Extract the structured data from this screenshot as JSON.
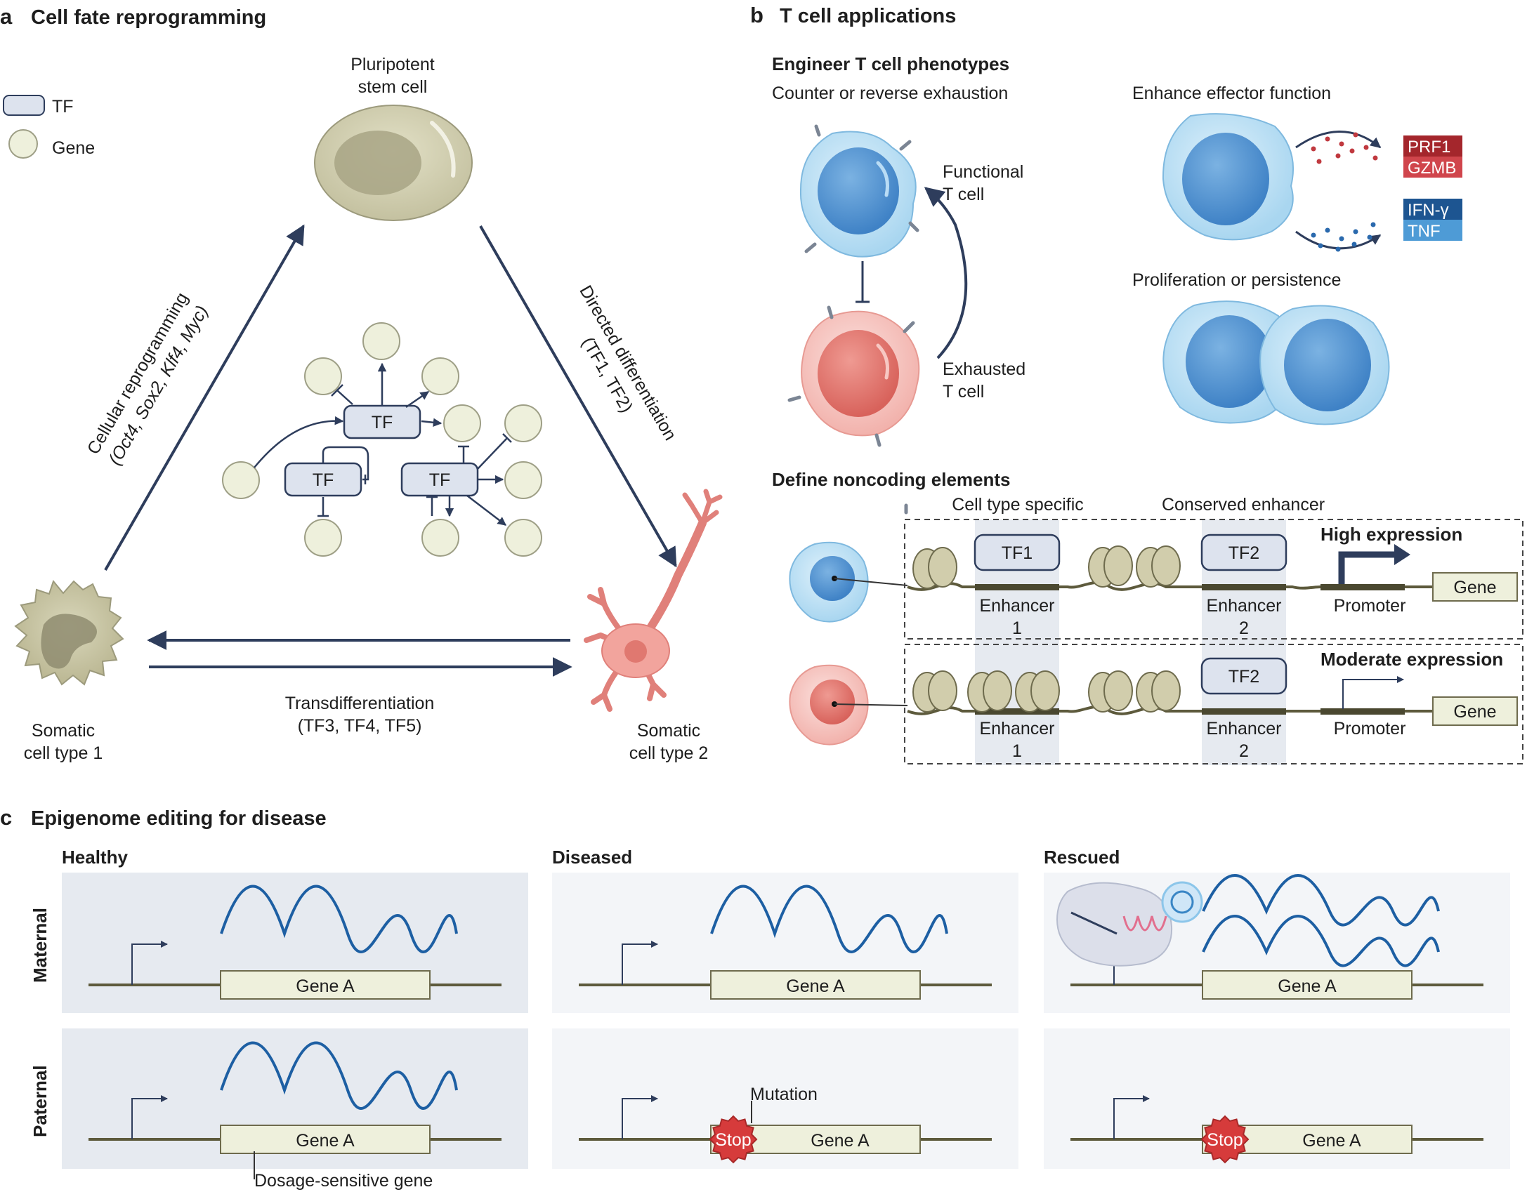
{
  "panel_a": {
    "letter": "a",
    "title": "Cell fate reprogramming",
    "legend": {
      "tf": "TF",
      "gene": "Gene"
    },
    "pluripotent": [
      "Pluripotent",
      "stem cell"
    ],
    "somatic1": [
      "Somatic",
      "cell type 1"
    ],
    "somatic2": [
      "Somatic",
      "cell type 2"
    ],
    "reprogramming": {
      "line1": "Cellular reprogramming",
      "line2": "(Oct4, Sox2, Klf4, Myc)"
    },
    "differentiation": {
      "line1": "Directed differentiation",
      "line2": "(TF1, TF2)"
    },
    "transdiff": {
      "line1": "Transdifferentiation",
      "line2": "(TF3, TF4, TF5)"
    },
    "network_tf": "TF"
  },
  "panel_b": {
    "letter": "b",
    "title": "T cell applications",
    "phenotypes_title": "Engineer T cell phenotypes",
    "counter": "Counter or reverse exhaustion",
    "functional": [
      "Functional",
      "T cell"
    ],
    "exhausted": [
      "Exhausted",
      "T cell"
    ],
    "enhance": "Enhance effector function",
    "prf1": "PRF1",
    "gzmb": "GZMB",
    "ifng": "IFN-γ",
    "tnf": "TNF",
    "prolif": "Proliferation or persistence",
    "noncoding_title": "Define noncoding elements",
    "cell_type_specific": "Cell type specific",
    "conserved": "Conserved enhancer",
    "tf1": "TF1",
    "tf2": "TF2",
    "high": "High expression",
    "moderate": "Moderate expression",
    "enhancer": "Enhancer",
    "enh1": "1",
    "enh2": "2",
    "promoter": "Promoter",
    "gene": "Gene"
  },
  "panel_c": {
    "letter": "c",
    "title": "Epigenome editing for disease",
    "healthy": "Healthy",
    "diseased": "Diseased",
    "rescued": "Rescued",
    "maternal": "Maternal",
    "paternal": "Paternal",
    "gene_a": "Gene A",
    "stop": "Stop",
    "mutation": "Mutation",
    "dosage": "Dosage-sensitive gene"
  },
  "colors": {
    "navy": "#2e3d5c",
    "tf_fill": "#dde3ee",
    "gene_fill": "#eef0dc",
    "panel_bg": "#e6eaf0",
    "panel_bg_light": "#f3f5f8",
    "wave": "#1d5fa3",
    "prf1": "#a4262c",
    "gzmb": "#d0454c",
    "ifng": "#1d5591",
    "tnf": "#4e9bd6",
    "stop": "#d63b3b"
  }
}
